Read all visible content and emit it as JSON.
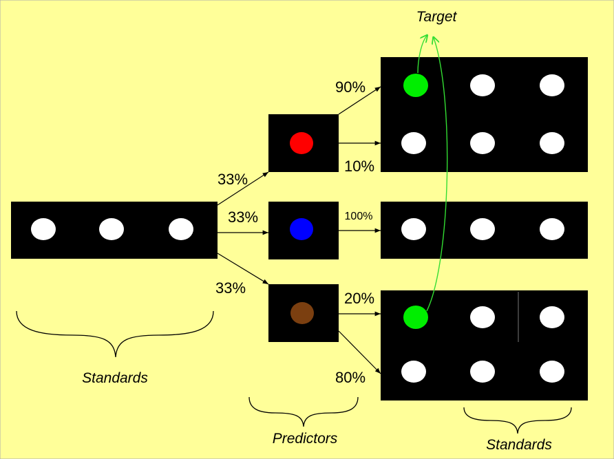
{
  "colors": {
    "background": "#ffff99",
    "panel": "#000000",
    "standard_dot": "#ffffff",
    "target_dot": "#00ee00",
    "predictor_red": "#ff0000",
    "predictor_blue": "#0000ff",
    "predictor_brown": "#7b3f10",
    "arc": "#33dd33"
  },
  "labels": {
    "target": "Target",
    "standards_left": "Standards",
    "predictors": "Predictors",
    "standards_right": "Standards"
  },
  "probabilities": {
    "to_red": "33%",
    "to_blue": "33%",
    "to_brown": "33%",
    "red_to_target": "90%",
    "red_to_standard": "10%",
    "blue_to_standard": "100%",
    "brown_to_target": "20%",
    "brown_to_standard": "80%"
  }
}
